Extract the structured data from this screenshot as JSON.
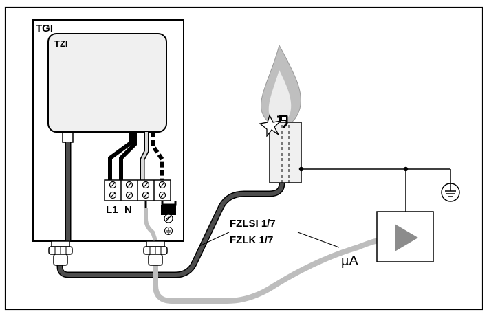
{
  "labels": {
    "tgi": "TGI",
    "tzi": "TZI",
    "l1": "L1",
    "n": "N",
    "cable_line1": "FZLSI 1/7",
    "cable_line2": "FZLK 1/7",
    "current_unit": "µA"
  },
  "colors": {
    "cable_dark": "#4d4d4d",
    "cable_light": "#bdbdbd",
    "box_light": "#f0f0f0",
    "amplifier_fill": "#8c8c8c",
    "flame_outer": "#bfbfbf",
    "flame_inner": "#ececec",
    "outline": "#000000"
  },
  "icons": {
    "ground": "ground-icon",
    "chassis_ground": "chassis-ground-icon",
    "spark": "spark-icon",
    "amplifier": "amplifier-triangle-icon",
    "terminal_screw": "terminal-screw-icon"
  }
}
